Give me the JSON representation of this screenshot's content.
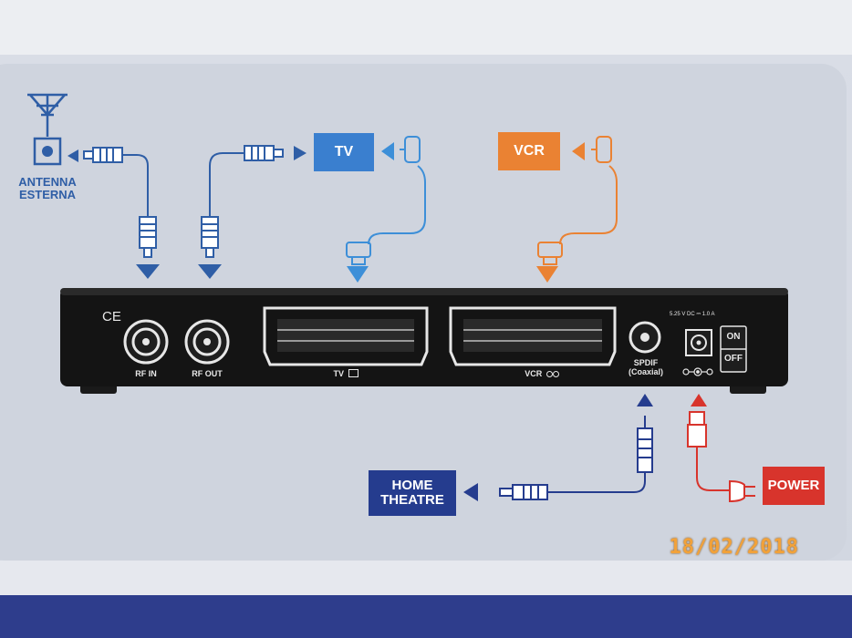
{
  "labels": {
    "antenna_line1": "ANTENNA",
    "antenna_line2": "ESTERNA",
    "tv": "TV",
    "vcr": "VCR",
    "home_theatre_line1": "HOME",
    "home_theatre_line2": "THEATRE",
    "power": "POWER"
  },
  "device": {
    "ce_mark": "CE",
    "rf_in": "RF IN",
    "rf_out": "RF OUT",
    "scart_tv": "TV",
    "scart_vcr": "VCR",
    "spdif_line1": "SPDIF",
    "spdif_line2": "(Coaxial)",
    "power_rating": "5.25 V DC ⎓ 1.0 A",
    "switch_on": "ON",
    "switch_off": "OFF"
  },
  "photo_date": "18/02/2018",
  "colors": {
    "rf_blue": "#2f5ea6",
    "tv_blue": "#3d8fd8",
    "vcr_orange": "#ea8233",
    "power_red": "#d8342c",
    "coax_navy": "#253c8e",
    "device_black": "#141414"
  }
}
